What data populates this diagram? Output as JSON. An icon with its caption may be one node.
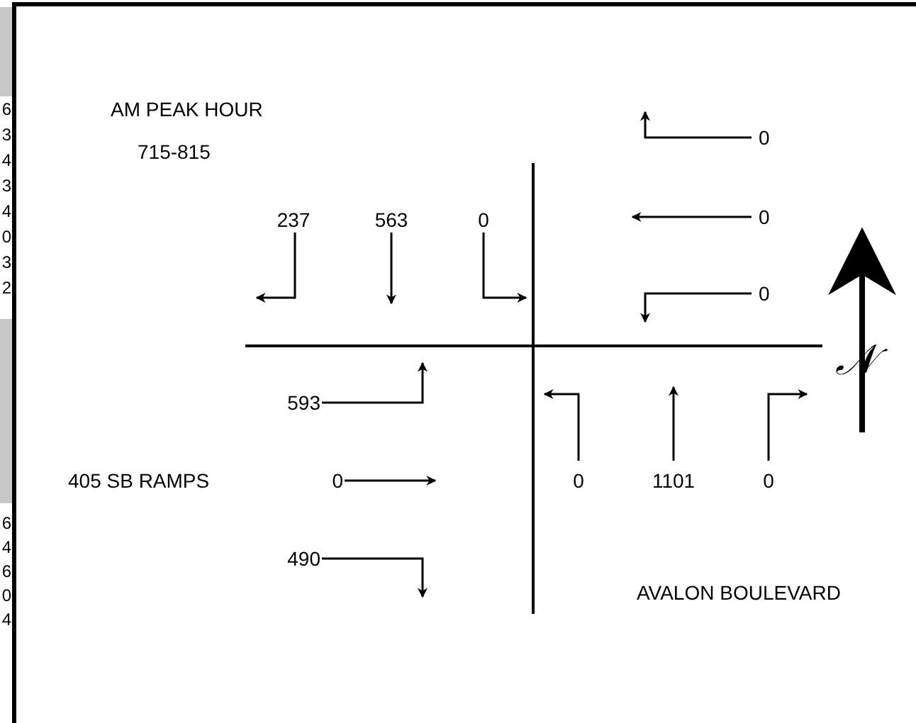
{
  "diagram": {
    "labels": [
      "AM PEAK HOUR",
      "0",
      "715-815",
      "237",
      "563",
      "0",
      "0",
      "0",
      "𝒩",
      "593",
      "405 SB RAMPS",
      "0",
      "0",
      "1101",
      "0",
      "490",
      "AVALON BOULEVARD",
      "6",
      "3",
      "4",
      "3",
      "4",
      "0",
      "3",
      "2",
      "6",
      "4",
      "6",
      "0",
      "4"
    ]
  }
}
